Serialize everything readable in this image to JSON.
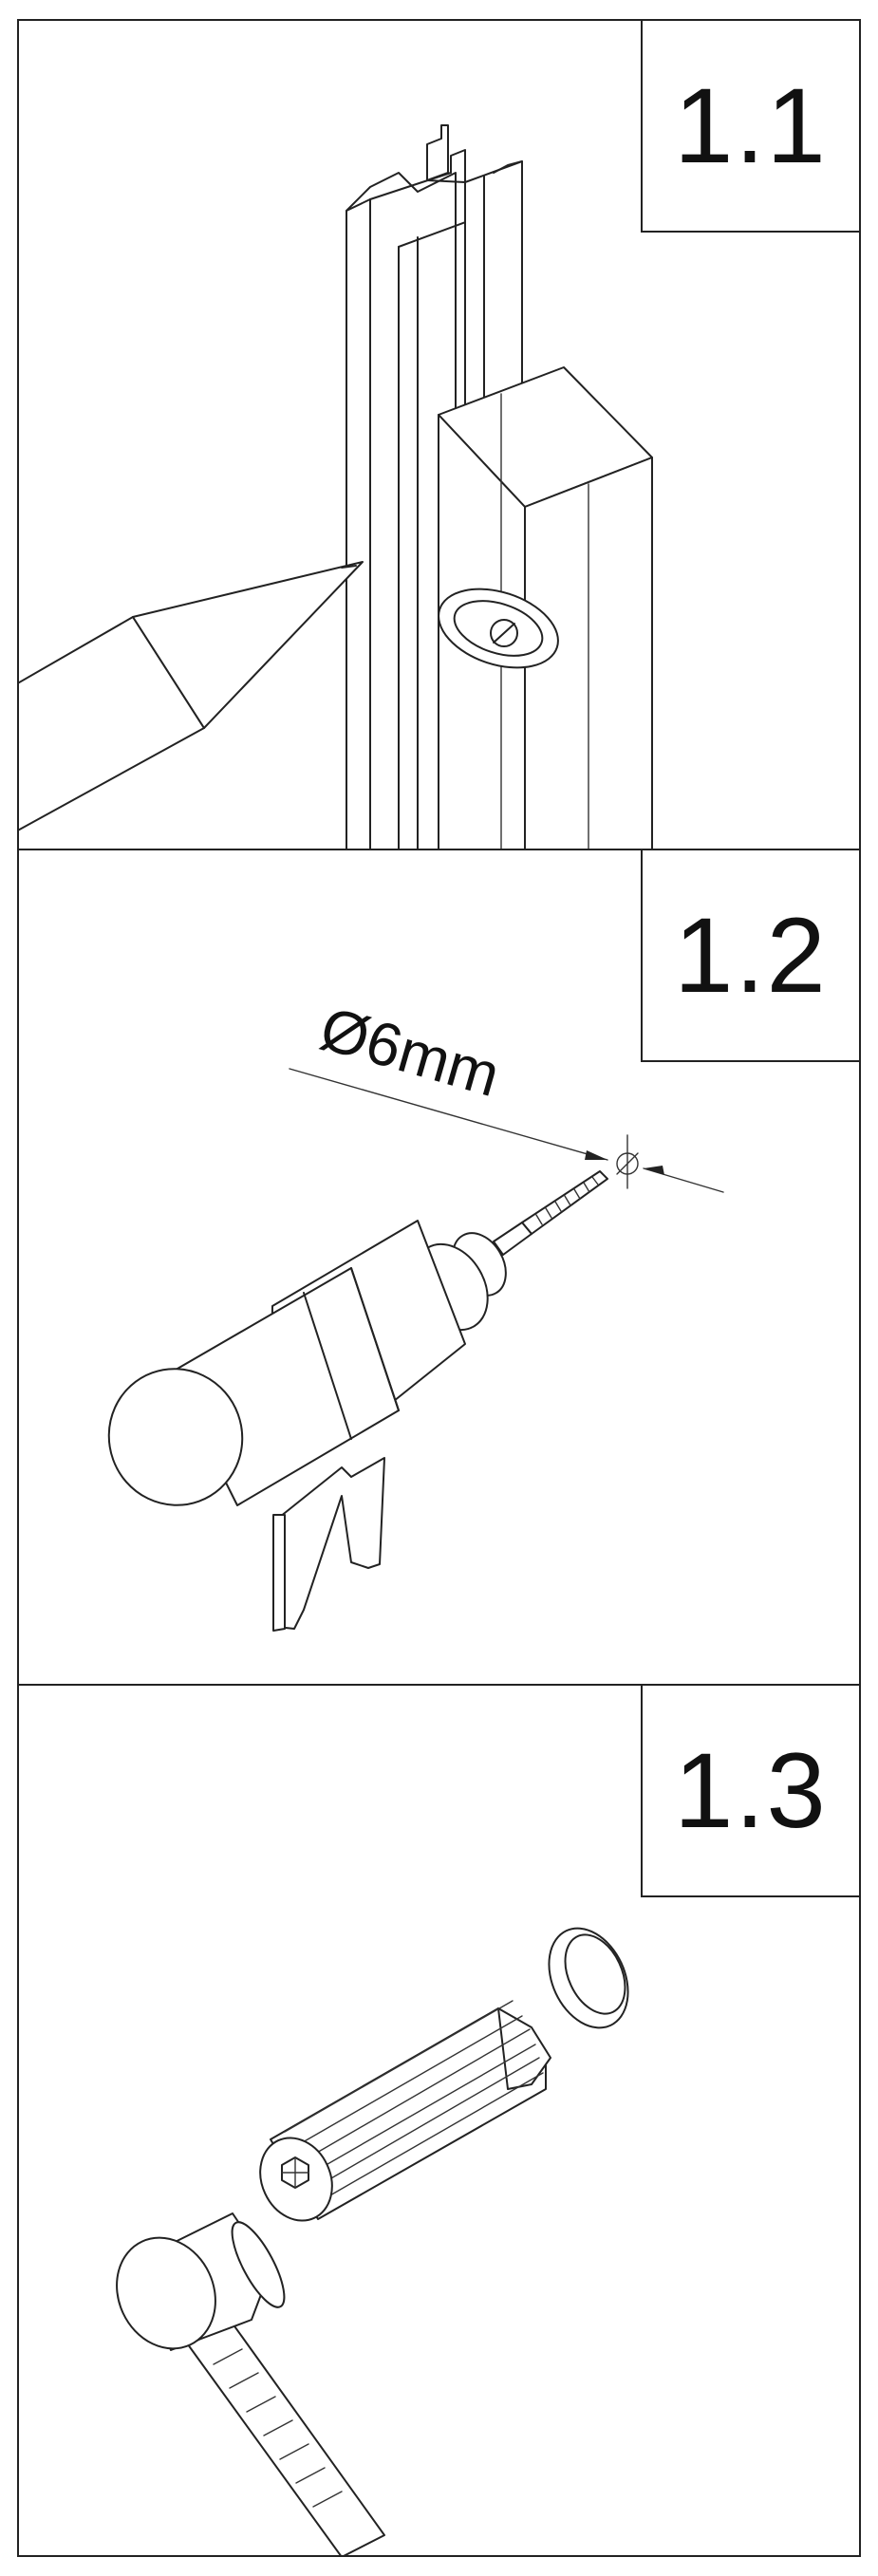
{
  "steps": [
    {
      "label": "1.1"
    },
    {
      "label": "1.2",
      "dimension": "Ø6mm"
    },
    {
      "label": "1.3"
    }
  ]
}
